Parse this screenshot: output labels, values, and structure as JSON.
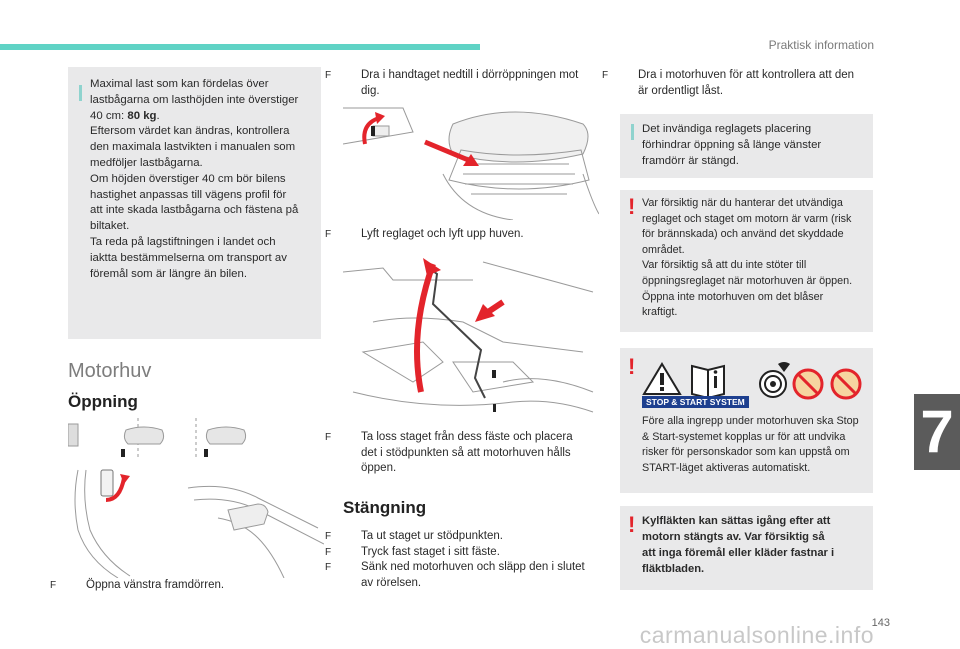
{
  "header": {
    "section_title": "Praktisk information"
  },
  "chapter_number": "7",
  "page_number": "143",
  "watermark": "carmanualsonline.info",
  "col1": {
    "info_box": {
      "lines": [
        "Maximal last som kan fördelas över",
        "lastbågarna om lasthöjden inte överstiger",
        "40 cm: ",
        "Eftersom värdet kan ändras, kontrollera",
        "den maximala lastvikten i manualen som",
        "medföljer lastbågarna.",
        "Om höjden överstiger 40 cm bör bilens",
        "hastighet anpassas till vägens profil för",
        "att inte skada lastbågarna och fästena på",
        "biltaket.",
        "Ta reda på lagstiftningen i landet och",
        "iaktta bestämmelserna om transport av",
        "föremål som är längre än bilen."
      ],
      "bold_value": "80 kg",
      "period": "."
    },
    "section_title": "Motorhuv",
    "subsection_title": "Öppning",
    "step": "Öppna vänstra framdörren."
  },
  "col2": {
    "step1": [
      "Dra i handtaget nedtill i dörröppningen mot",
      "dig."
    ],
    "step2": "Lyft reglaget och lyft upp huven.",
    "step3": [
      "Ta loss staget från dess fäste och placera",
      "det i stödpunkten så att motorhuven hålls",
      "öppen."
    ],
    "subsection_title": "Stängning",
    "close_steps": [
      "Ta ut staget ur stödpunkten.",
      "Tryck fast staget i sitt fäste.",
      "Sänk ned motorhuven och släpp den i slutet"
    ],
    "close_steps_cont": "av rörelsen."
  },
  "col3": {
    "step": [
      "Dra i motorhuven för att kontrollera att den",
      "är ordentligt låst."
    ],
    "info": [
      "Det invändiga reglagets placering",
      "förhindrar öppning så länge vänster",
      "framdörr är stängd."
    ],
    "warning1": [
      "Var försiktig när du hanterar det utvändiga",
      "reglaget och staget om motorn är varm (risk",
      "för brännskada) och använd det skyddade",
      "området.",
      "Var försiktig så att du inte stöter till",
      "öppningsreglaget när motorhuven är öppen.",
      "Öppna inte motorhuven om det blåser",
      "kraftigt."
    ],
    "stop_start_label": "STOP & START SYSTEM",
    "warning2": [
      "Före alla ingrepp under motorhuven ska Stop",
      "& Start-systemet kopplas ur för att undvika",
      "risker för personskador som kan uppstå om",
      "START-läget aktiveras automatiskt."
    ],
    "warning3": [
      "Kylfläkten kan sättas igång efter att",
      "motorn stängts av. Var försiktig så",
      "att inga föremål eller kläder fastnar i",
      "fläktbladen."
    ]
  },
  "bullet_symbol": "F",
  "warning_symbol": "!",
  "colors": {
    "accent": "#5fd3c5",
    "box_bg": "#e9e9ea",
    "warning": "#e3242b",
    "arrow": "#e3242b"
  }
}
